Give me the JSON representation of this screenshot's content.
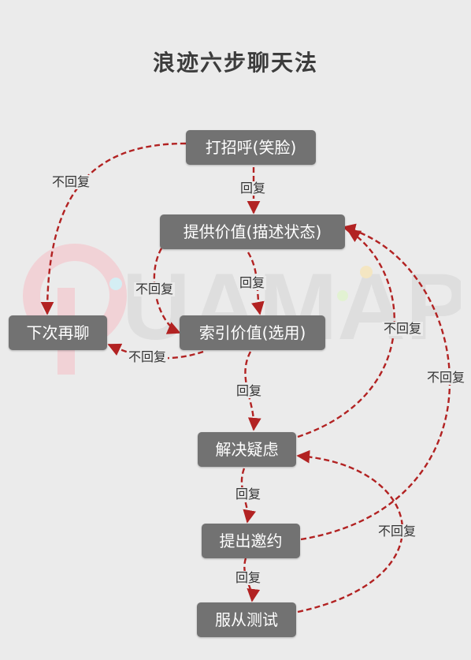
{
  "title": "浪迹六步聊天法",
  "watermark": "UAMAP",
  "colors": {
    "node_bg": "#727272",
    "node_text": "#ffffff",
    "edge": "#b22222",
    "background": "#ebebeb"
  },
  "nodes": {
    "greet": "打招呼(笑脸)",
    "value": "提供价值(描述状态)",
    "index": "索引价值(选用)",
    "next": "下次再聊",
    "resolve": "解决疑虑",
    "invite": "提出邀约",
    "test": "服从测试"
  },
  "edge_labels": {
    "greet_no_reply": "不回复",
    "greet_reply": "回复",
    "value_no_reply": "不回复",
    "value_reply": "回复",
    "index_no_reply": "不回复",
    "index_reply": "回复",
    "resolve_no_reply": "不回复",
    "invite_no_reply": "不回复",
    "resolve_reply": "回复",
    "test_no_reply": "不回复",
    "invite_reply": "回复"
  }
}
